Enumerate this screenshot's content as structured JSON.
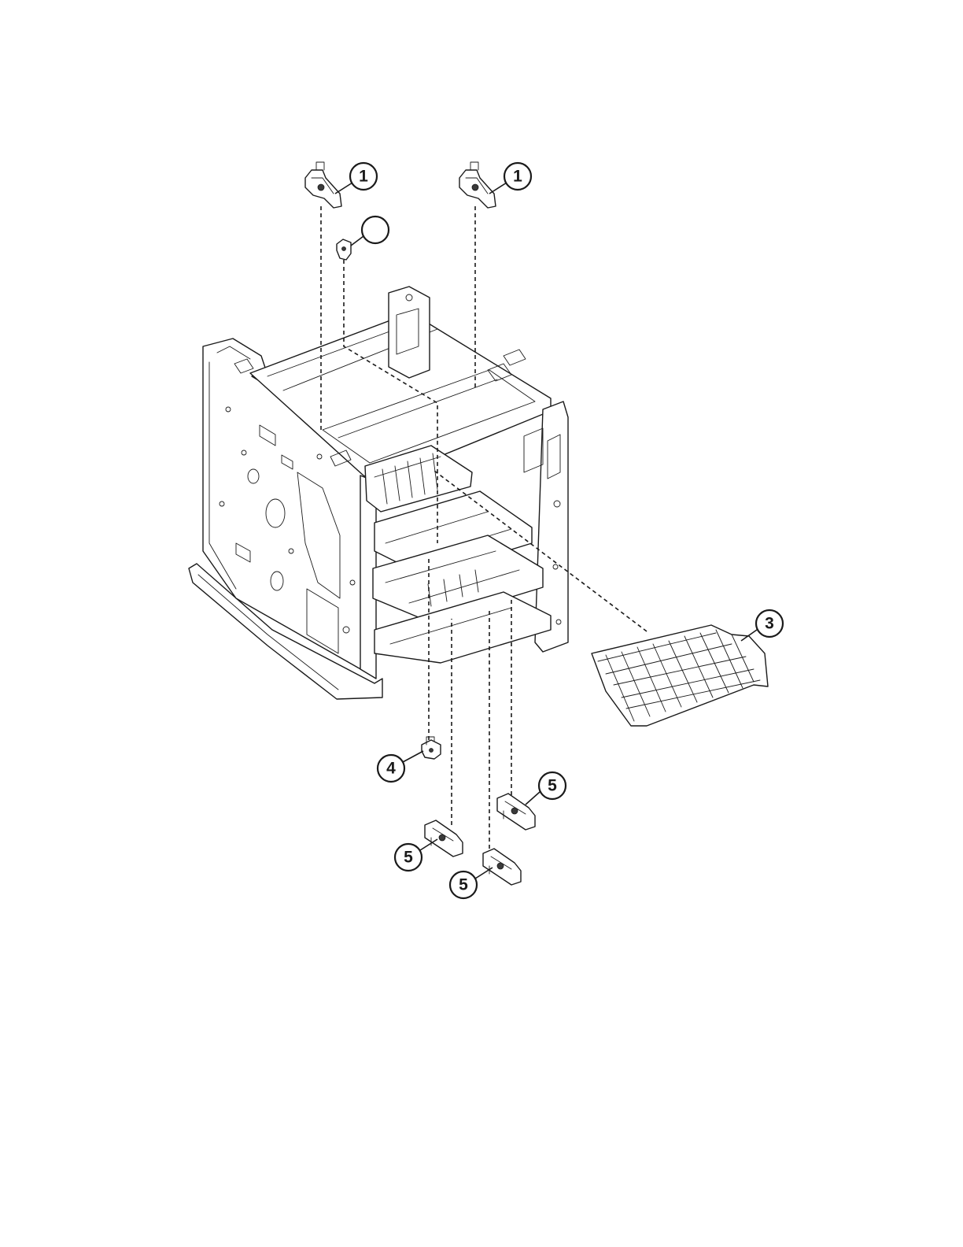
{
  "callouts": [
    {
      "id": "c1a",
      "label": "1"
    },
    {
      "id": "c1b",
      "label": "1"
    },
    {
      "id": "c2",
      "label": ""
    },
    {
      "id": "c3",
      "label": "3"
    },
    {
      "id": "c4",
      "label": "4"
    },
    {
      "id": "c5a",
      "label": "5"
    },
    {
      "id": "c5b",
      "label": "5"
    },
    {
      "id": "c5c",
      "label": "5"
    }
  ]
}
